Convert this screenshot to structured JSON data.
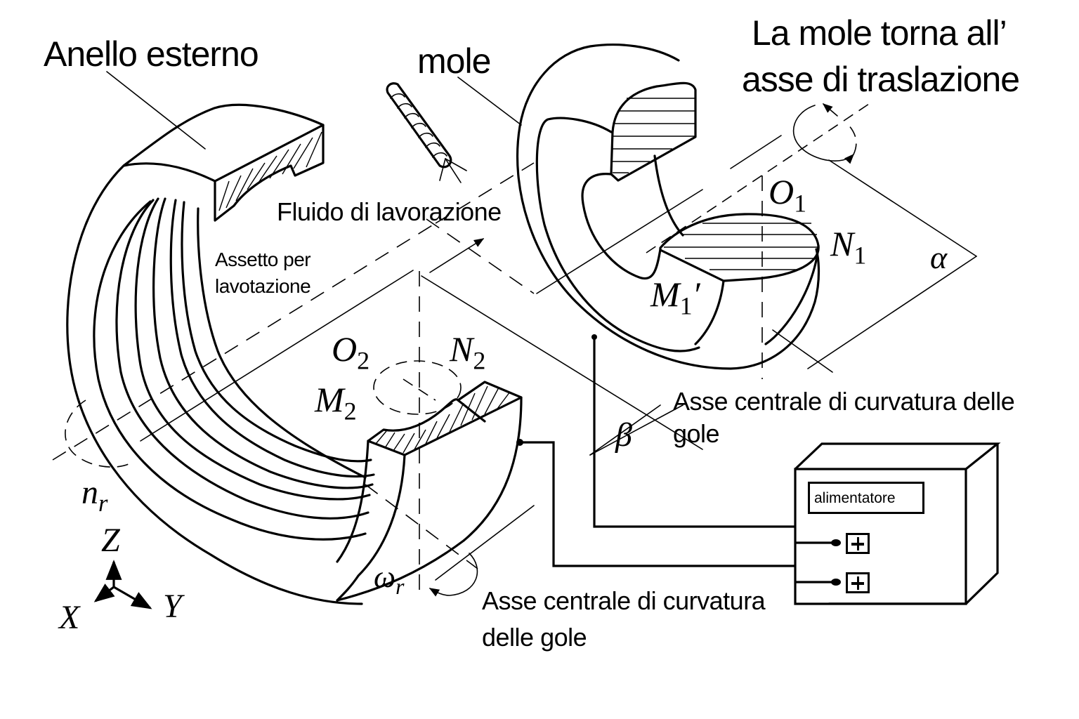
{
  "diagram": {
    "title_labels": {
      "outer_ring": "Anello esterno",
      "grinding_wheel": "mole",
      "wheel_returns_line1": "La mole torna all’",
      "wheel_returns_line2": "asse di traslazione",
      "working_fluid": "Fluido di lavorazione",
      "machining_setup_line1": "Assetto per",
      "machining_setup_line2": "lavotazione",
      "groove_axis_upper_line1": "Asse centrale di curvatura delle",
      "groove_axis_upper_line2": "gole",
      "groove_axis_lower_line1": "Asse centrale di curvatura",
      "groove_axis_lower_line2": "delle gole",
      "power_supply": "alimentatore"
    },
    "symbols": {
      "O1": {
        "base": "O",
        "sub": "1"
      },
      "N1": {
        "base": "N",
        "sub": "1"
      },
      "M1p": {
        "base": "M",
        "sub": "1",
        "prime": "′"
      },
      "O2": {
        "base": "O",
        "sub": "2"
      },
      "N2": {
        "base": "N",
        "sub": "2"
      },
      "M2": {
        "base": "M",
        "sub": "2"
      },
      "alpha": "α",
      "beta": "β",
      "n_r": {
        "base": "n",
        "sub": "r"
      },
      "omega_r": {
        "base": "ω",
        "sub": "r"
      }
    },
    "axes": {
      "z": "Z",
      "x": "X",
      "y": "Y"
    },
    "power_supply_terminals": [
      "+",
      "+"
    ]
  }
}
